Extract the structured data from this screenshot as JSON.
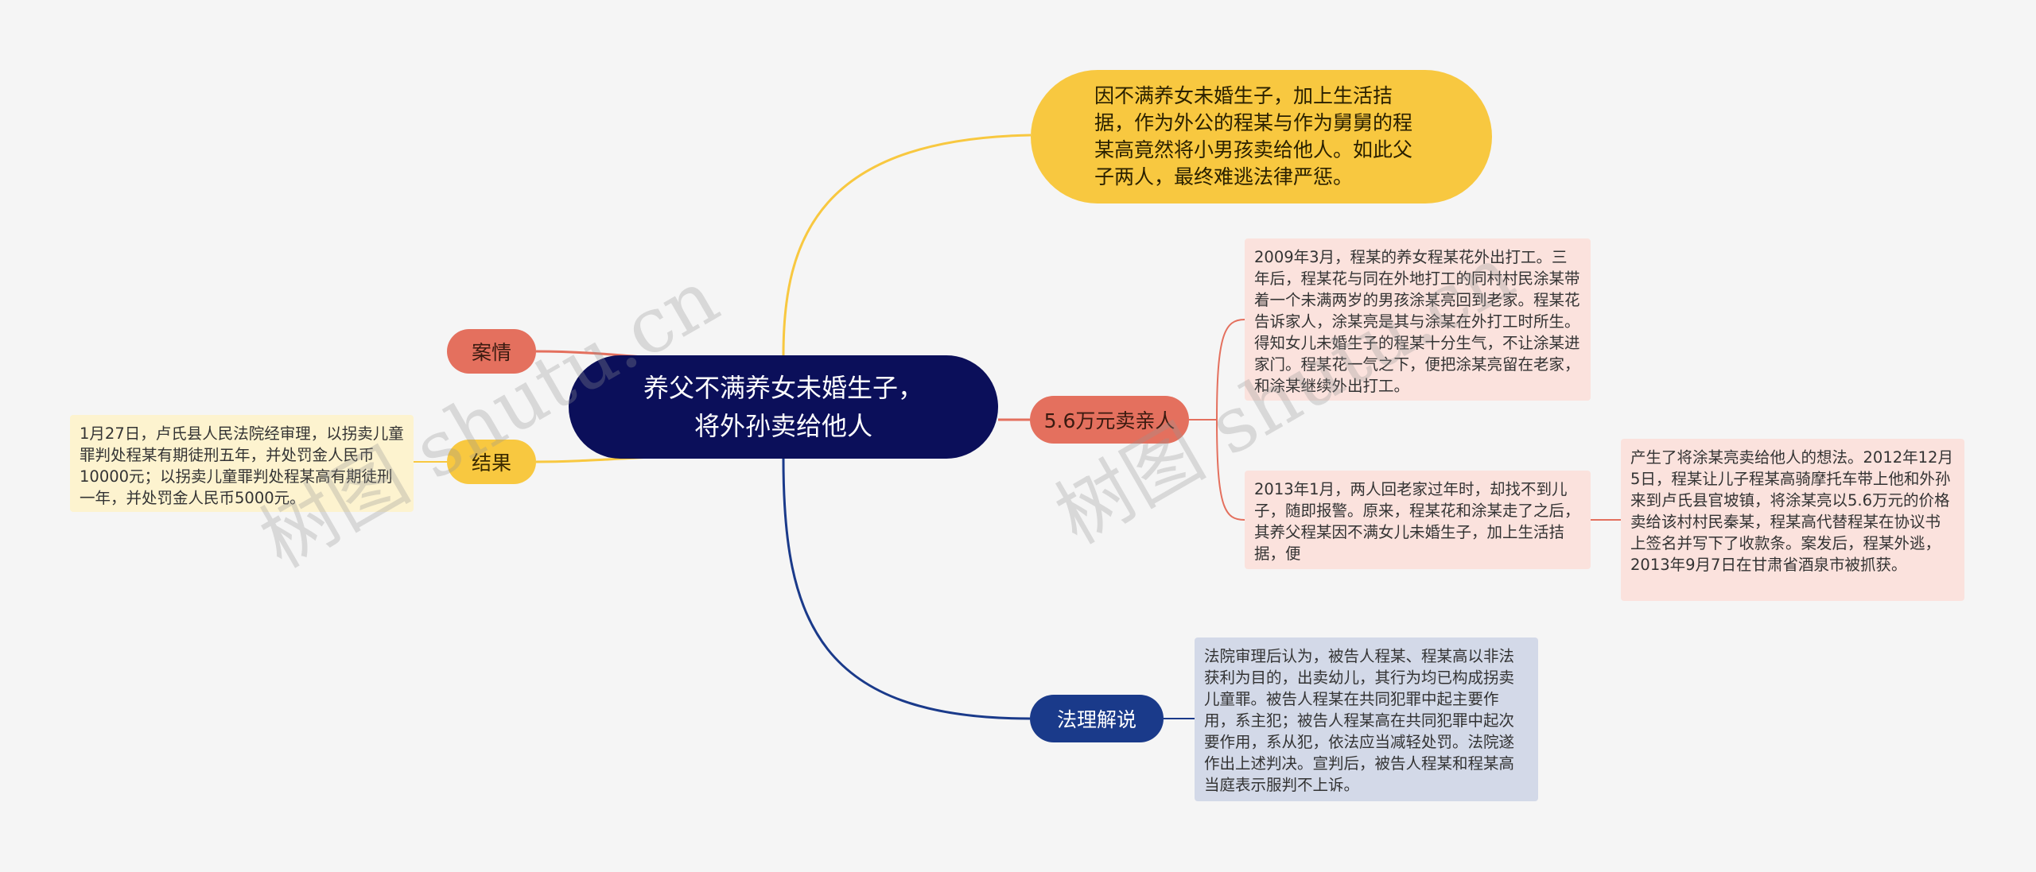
{
  "center": {
    "text": "养父不满养女未婚生子，\n将外孙卖给他人"
  },
  "summary": {
    "text": "因不满养女未婚生子，加上生活拮据，作为外公的程某与作为舅舅的程某高竟然将小男孩卖给他人。如此父子两人，最终难逃法律严惩。"
  },
  "branches": {
    "anqing": {
      "label": "案情"
    },
    "jieguo": {
      "label": "结果",
      "detail": "1月27日，卢氏县人民法院经审理，以拐卖儿童罪判处程某有期徒刑五年，并处罚金人民币10000元；以拐卖儿童罪判处程某高有期徒刑一年，并处罚金人民币5000元。"
    },
    "mai": {
      "label": "5.6万元卖亲人",
      "detail1": "2009年3月，程某的养女程某花外出打工。三年后，程某花与同在外地打工的同村村民涂某带着一个未满两岁的男孩涂某亮回到老家。程某花告诉家人，涂某亮是其与涂某在外打工时所生。得知女儿未婚生子的程某十分生气，不让涂某进家门。程某花一气之下，便把涂某亮留在老家，和涂某继续外出打工。",
      "detail2": "2013年1月，两人回老家过年时，却找不到儿子，随即报警。原来，程某花和涂某走了之后，其养父程某因不满女儿未婚生子，加上生活拮据，便",
      "detail3": "产生了将涂某亮卖给他人的想法。2012年12月5日，程某让儿子程某高骑摩托车带上他和外孙来到卢氏县官坡镇，将涂某亮以5.6万元的价格卖给该村村民秦某，程某高代替程某在协议书上签名并写下了收款条。案发后，程某外逃，2013年9月7日在甘肃省酒泉市被抓获。"
    },
    "fali": {
      "label": "法理解说",
      "detail": "法院审理后认为，被告人程某、程某高以非法获利为目的，出卖幼儿，其行为均已构成拐卖儿童罪。被告人程某在共同犯罪中起主要作用，系主犯；被告人程某高在共同犯罪中起次要作用，系从犯，依法应当减轻处罚。法院遂作出上述判决。宣判后，被告人程某和程某高当庭表示服判不上诉。"
    }
  },
  "watermark": {
    "text": "树图 shutu.cn"
  },
  "colors": {
    "center": "#0b0f5a",
    "yellow": "#f8c840",
    "red": "#e4705e",
    "navy": "#1a3a8a",
    "pink_box": "#fbe2dd",
    "cream_box": "#fdf3cf",
    "blue_box": "#d3d9e8"
  }
}
